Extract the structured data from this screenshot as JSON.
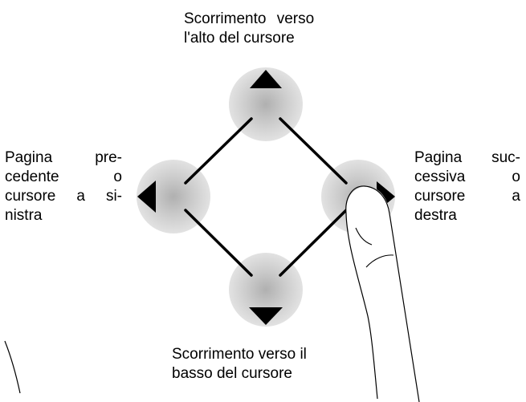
{
  "labels": {
    "up": [
      "Scorrimento  verso",
      "l'alto del cursore"
    ],
    "down": [
      "Scorrimento verso il",
      "basso del cursore"
    ],
    "left": [
      "Pagina pre-",
      "cedente  o",
      "cursore a si-",
      "nistra"
    ],
    "right": [
      "Pagina suc-",
      "cessiva  o",
      "cursore  a",
      "destra"
    ]
  },
  "buttons": [
    {
      "id": "up",
      "direction": "up"
    },
    {
      "id": "left",
      "direction": "left"
    },
    {
      "id": "right",
      "direction": "right"
    },
    {
      "id": "down",
      "direction": "down"
    }
  ],
  "colors": {
    "button_center": "#b0b0b0",
    "button_edge": "#e2e2e2",
    "stroke": "#000000",
    "finger_fill": "#ffffff"
  }
}
